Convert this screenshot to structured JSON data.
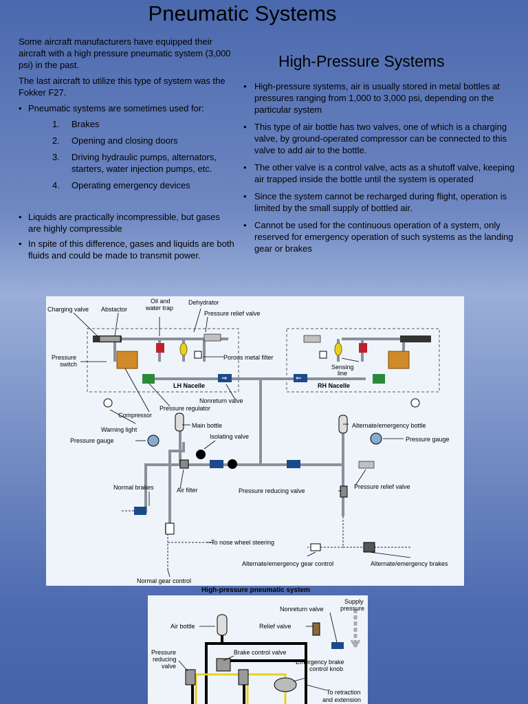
{
  "title": "Pneumatic Systems",
  "left": {
    "intro1": "Some aircraft manufacturers have equipped their aircraft with a high pressure pneumatic system (3,000 psi) in the past.",
    "intro2": "The last aircraft to utilize this type of system was the Fokker F27.",
    "uses_heading": "Pneumatic systems are sometimes used for:",
    "uses": [
      {
        "num": "1.",
        "text": "Brakes"
      },
      {
        "num": "2.",
        "text": "Opening and closing doors"
      },
      {
        "num": "3.",
        "text": "Driving hydraulic pumps, alternators, starters, water injection pumps, etc."
      },
      {
        "num": "4.",
        "text": "Operating emergency devices"
      }
    ],
    "bullets": [
      "Liquids are practically incompressible, but gases are highly compressible",
      "In spite of this difference, gases and liquids are both fluids and could be made to transmit power."
    ]
  },
  "right": {
    "heading": "High-Pressure Systems",
    "bullets": [
      "High-pressure systems, air is usually stored in metal bottles at pressures ranging from 1,000 to 3,000 psi, depending on the particular system",
      "This type of air bottle has two valves, one of which is a charging valve, by ground-operated compressor can be connected to this valve to add air to the bottle.",
      "The other valve is a control valve, acts as a shutoff valve, keeping air trapped inside the bottle until the system is operated",
      "Since the system cannot be recharged during flight, operation is limited by the small supply of bottled air.",
      "Cannot be used for the continuous operation of a system, only reserved for emergency operation of such systems as the landing gear or brakes"
    ]
  },
  "diagram1": {
    "caption": "High-pressure pneumatic system",
    "labels": {
      "charging_valve": "Charging valve",
      "abstactor": "Abstactor",
      "oil_water_trap_1": "Oil and",
      "oil_water_trap_2": "water trap",
      "dehydrator": "Dehydrator",
      "pressure_relief_valve_top": "Pressure relief valve",
      "pressure_switch_1": "Pressure",
      "pressure_switch_2": "switch",
      "porous_metal_filter": "Porous metal filter",
      "sensing_line_1": "Sensing",
      "sensing_line_2": "line",
      "lh_nacelle": "LH Nacelle",
      "rh_nacelle": "RH Nacelle",
      "nonreturn_valve": "Nonreturn valve",
      "pressure_regulator": "Pressure regulator",
      "compressor": "Compressor",
      "warning_light": "Warning light",
      "main_bottle": "Main bottle",
      "alternate_emergency_bottle": "Alternate/emergency bottle",
      "pressure_gauge_left": "Pressure gauge",
      "pressure_gauge_right": "Pressure gauge",
      "isolating_valve": "Isolating valve",
      "normal_brakes": "Normal brakes",
      "air_filter": "Air filter",
      "pressure_reducing_valve": "Pressure reducing valve",
      "pressure_relief_valve_right": "Pressure relief valve",
      "to_nose_wheel_steering": "To nose wheel steering",
      "alternate_emergency_gear_control": "Alternate/emergency gear control",
      "alternate_emergency_brakes": "Alternate/emergency brakes",
      "normal_gear_control": "Normal gear control"
    }
  },
  "diagram2": {
    "labels": {
      "supply_pressure_1": "Supply",
      "supply_pressure_2": "pressure",
      "nonreturn_valve": "Nonreturn valve",
      "air_bottle": "Air bottle",
      "relief_valve": "Relief valve",
      "brake_control_valve": "Brake control valve",
      "pressure_reducing_valve_1": "Pressure",
      "pressure_reducing_valve_2": "reducing",
      "pressure_reducing_valve_3": "valve",
      "emergency_brake_knob_1": "Emergency brake",
      "emergency_brake_knob_2": "control knob",
      "to_retraction_1": "To retraction",
      "to_retraction_2": "and extension"
    }
  }
}
